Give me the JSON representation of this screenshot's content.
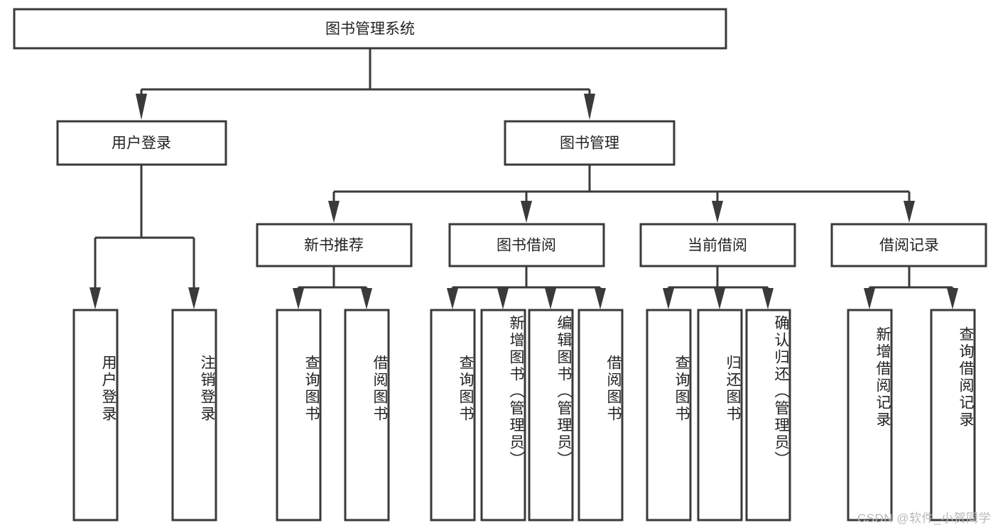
{
  "diagram": {
    "type": "tree",
    "title": "图书管理系统",
    "watermark": "CSDN @软件_小贺同学",
    "colors": {
      "stroke": "#3a3a3a",
      "fill": "#ffffff",
      "text": "#222222",
      "watermark": "#b9b9b9"
    },
    "nodes": {
      "root": {
        "label": "图书管理系统"
      },
      "level2": [
        {
          "label": "用户登录"
        },
        {
          "label": "图书管理"
        }
      ],
      "level3": [
        {
          "label": "新书推荐"
        },
        {
          "label": "图书借阅"
        },
        {
          "label": "当前借阅"
        },
        {
          "label": "借阅记录"
        }
      ],
      "leaves": {
        "user_login": [
          {
            "label": "用户登录"
          },
          {
            "label": "注销登录"
          }
        ],
        "new_book": [
          {
            "label": "查询图书"
          },
          {
            "label": "借阅图书"
          }
        ],
        "book_borrow": [
          {
            "label": "查询图书"
          },
          {
            "label": "新增图书（管理员）"
          },
          {
            "label": "编辑图书（管理员）"
          },
          {
            "label": "借阅图书"
          }
        ],
        "current_borrow": [
          {
            "label": "查询图书"
          },
          {
            "label": "归还图书"
          },
          {
            "label": "确认归还（管理员）"
          }
        ],
        "borrow_record": [
          {
            "label": "新增借阅记录"
          },
          {
            "label": "查询借阅记录"
          }
        ]
      }
    }
  }
}
